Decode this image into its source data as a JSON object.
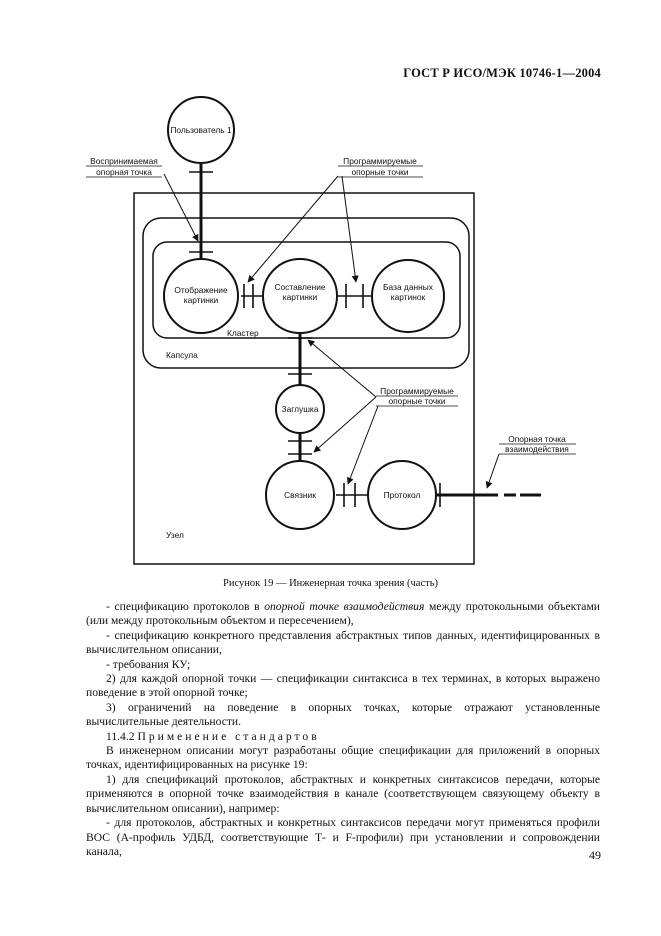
{
  "header": {
    "doc_code": "ГОСТ Р ИСО/МЭК 10746-1—2004"
  },
  "figure": {
    "user": "Пользователь 1",
    "perceived_point": [
      "Воспринимаемая",
      "опорная точка"
    ],
    "programmable_points_top": [
      "Программируемые",
      "опорные точки"
    ],
    "programmable_points_mid": [
      "Программируемые",
      "опорные точки"
    ],
    "display": [
      "Отображение",
      "картинки"
    ],
    "compose": [
      "Составление",
      "картинки"
    ],
    "database": [
      "База данных",
      "картинок"
    ],
    "cluster": "Кластер",
    "capsule": "Капсула",
    "stub": "Заглушка",
    "binder": "Связник",
    "protocol": "Протокол",
    "interaction_point": [
      "Опорная точка",
      "взаимодействия"
    ],
    "node": "Узел"
  },
  "caption": "Рисунок 19 — Инженерная точка зрения (часть)",
  "text": {
    "p1_a": "- спецификацию протоколов в ",
    "p1_em": "опорной точке взаимодействия",
    "p1_b": " между протокольными объектами (или между протокольным объектом и пересечением),",
    "p2": "- спецификацию конкретного представления абстрактных типов данных, идентифицированных в вычислительном описании,",
    "p3": "- требования КУ;",
    "p4": "2) для каждой опорной точки — спецификации синтаксиса в тех терминах, в которых выражено поведение в этой опорной точке;",
    "p5": "3) ограничений на поведение в опорных точках, которые отражают установленные вычислительные деятельности.",
    "p6_num": "11.4.2 ",
    "p6_title": "Применение стандартов",
    "p7": "В инженерном описании могут разработаны общие спецификации для приложений в опорных точках, идентифицированных на рисунке 19:",
    "p8": "1) для спецификаций протоколов, абстрактных и конкретных синтаксисов передачи, которые применяются в опорной точке взаимодействия в канале (соответствующем связующему объекту в вычислительном описании), например:",
    "p9": "- для протоколов, абстрактных и конкретных синтаксисов передачи могут применяться профили ВОС (А-профиль УДБД, соответствующие Т- и F-профили) при установлении и сопровождении канала,"
  },
  "page_number": "49"
}
